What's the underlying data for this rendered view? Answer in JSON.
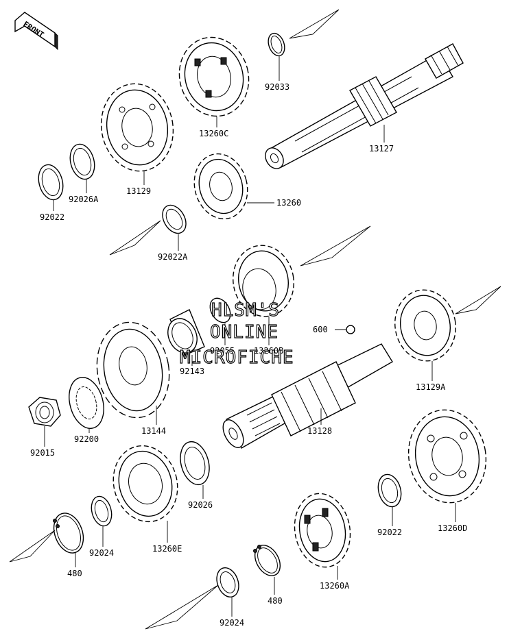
{
  "direction_marker": {
    "label": "FRONT"
  },
  "watermark": {
    "line1": "HLSM'S",
    "line2": "ONLINE",
    "line3": "MICROFICHE"
  },
  "parts": [
    {
      "id": "p-92033",
      "number": "92033"
    },
    {
      "id": "p-13260c",
      "number": "13260C"
    },
    {
      "id": "p-13127",
      "number": "13127"
    },
    {
      "id": "p-13129",
      "number": "13129"
    },
    {
      "id": "p-92026a",
      "number": "92026A"
    },
    {
      "id": "p-92022-top",
      "number": "92022"
    },
    {
      "id": "p-13260",
      "number": "13260"
    },
    {
      "id": "p-92022a",
      "number": "92022A"
    },
    {
      "id": "p-600",
      "number": "600"
    },
    {
      "id": "p-92055",
      "number": "92055"
    },
    {
      "id": "p-13260b",
      "number": "13260B"
    },
    {
      "id": "p-92143",
      "number": "92143"
    },
    {
      "id": "p-13129a",
      "number": "13129A"
    },
    {
      "id": "p-13144",
      "number": "13144"
    },
    {
      "id": "p-92200",
      "number": "92200"
    },
    {
      "id": "p-92015",
      "number": "92015"
    },
    {
      "id": "p-13128",
      "number": "13128"
    },
    {
      "id": "p-92026",
      "number": "92026"
    },
    {
      "id": "p-13260e",
      "number": "13260E"
    },
    {
      "id": "p-92024-left",
      "number": "92024"
    },
    {
      "id": "p-480-left",
      "number": "480"
    },
    {
      "id": "p-92022-right",
      "number": "92022"
    },
    {
      "id": "p-13260d",
      "number": "13260D"
    },
    {
      "id": "p-13260a",
      "number": "13260A"
    },
    {
      "id": "p-480-bottom",
      "number": "480"
    },
    {
      "id": "p-92024-bottom",
      "number": "92024"
    }
  ]
}
